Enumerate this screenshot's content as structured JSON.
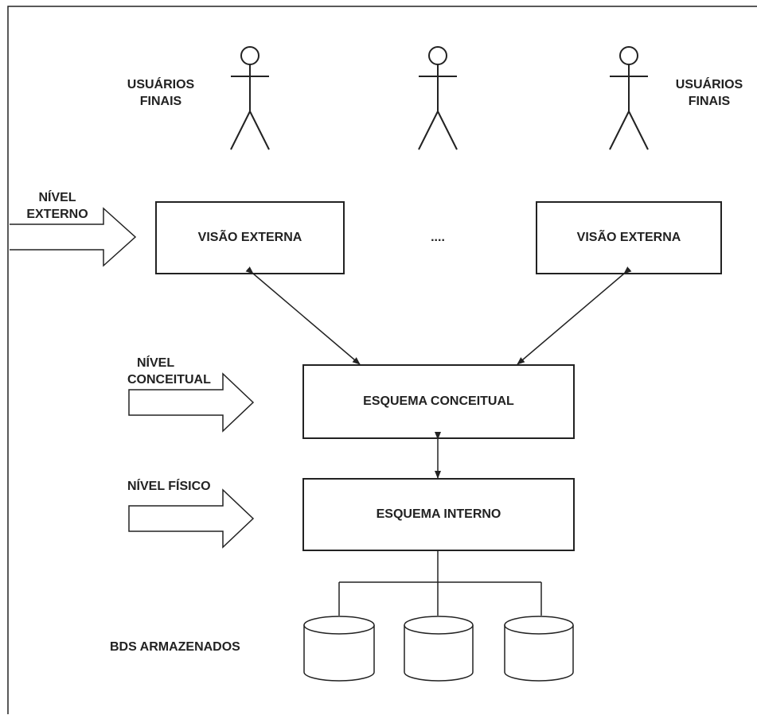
{
  "actors": {
    "left_label": [
      "USUÁRIOS",
      "FINAIS"
    ],
    "right_label": [
      "USUÁRIOS",
      "FINAIS"
    ]
  },
  "levels": {
    "external": [
      "NÍVEL",
      "EXTERNO"
    ],
    "conceptual": [
      "NÍVEL",
      "CONCEITUAL"
    ],
    "physical": "NÍVEL FÍSICO"
  },
  "boxes": {
    "external_view_left": "VISÃO EXTERNA",
    "ellipsis": "....",
    "external_view_right": "VISÃO EXTERNA",
    "conceptual_schema": "ESQUEMA CONCEITUAL",
    "internal_schema": "ESQUEMA INTERNO"
  },
  "storage": {
    "label": "BDS ARMAZENADOS"
  },
  "colors": {
    "stroke": "#222222",
    "background": "#ffffff"
  }
}
